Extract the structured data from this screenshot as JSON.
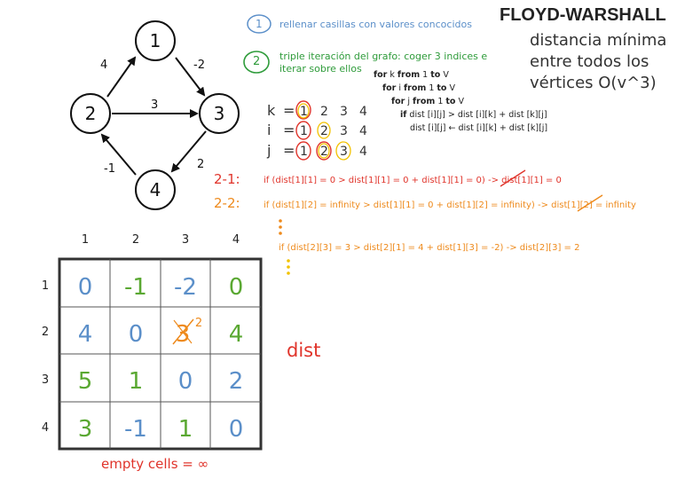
{
  "title": "FLOYD-WARSHALL",
  "subtitle": [
    "distancia mínima",
    "entre todos los",
    "vértices  O(v^3)"
  ],
  "steps": [
    {
      "num": "1",
      "text": "rellenar casillas con valores concocidos",
      "color": "#5b8fc9"
    },
    {
      "num": "2",
      "text_lines": [
        "triple iteración del grafo: coger 3 indices e",
        "iterar sobre ellos"
      ],
      "color": "#2e9b3a"
    }
  ],
  "pseudocode": [
    {
      "kw1": "for",
      "mid": " k ",
      "kw2": "from",
      "rest": " 1 ",
      "kw3": "to",
      "end": " V"
    },
    {
      "kw1": "for",
      "mid": " i ",
      "kw2": "from",
      "rest": " 1 ",
      "kw3": "to",
      "end": " V"
    },
    {
      "kw1": "for",
      "mid": " j ",
      "kw2": "from",
      "rest": " 1 ",
      "kw3": "to",
      "end": " V"
    },
    {
      "kw1": "if",
      "mid": " dist [i][j] > dist [i][k] + dist [k][j]",
      "kw2": "",
      "rest": "",
      "kw3": "",
      "end": ""
    },
    {
      "kw1": "",
      "mid": "dist [i][j] ← dist [i][k] + dist [k][j]",
      "kw2": "",
      "rest": "",
      "kw3": "",
      "end": ""
    }
  ],
  "indices": {
    "k": {
      "label": "k",
      "eq": "=",
      "values": [
        "1",
        "2",
        "3",
        "4"
      ]
    },
    "i": {
      "label": "i",
      "eq": "=",
      "values": [
        "1",
        "2",
        "3",
        "4"
      ]
    },
    "j": {
      "label": "j",
      "eq": "=",
      "values": [
        "1",
        "2",
        "3",
        "4"
      ]
    }
  },
  "graph": {
    "nodes": [
      "1",
      "2",
      "3",
      "4"
    ],
    "edges": [
      {
        "from": "2",
        "to": "1",
        "weight": "4"
      },
      {
        "from": "1",
        "to": "3",
        "weight": "-2"
      },
      {
        "from": "2",
        "to": "3",
        "weight": "3"
      },
      {
        "from": "3",
        "to": "4",
        "weight": "2"
      },
      {
        "from": "4",
        "to": "2",
        "weight": "-1"
      }
    ]
  },
  "iterations": [
    {
      "label": "2-1:",
      "text": "if (dist[1][1] = 0  >  dist[1][1] = 0  +  dist[1][1] = 0)  ->  dist[1][1] = 0",
      "color": "#e0342b"
    },
    {
      "label": "2-2:",
      "text": "if (dist[1][2] = infinity  >  dist[1][1] = 0  +  dist[1][2] = infinity)  ->  dist[1][2] = infinity",
      "color": "#ee8a1c"
    },
    {
      "label": "",
      "text": "if (dist[2][3] = 3  >  dist[2][1] = 4  +  dist[1][3] = -2)  -> dist[2][3] = 2",
      "color": "#ee8a1c"
    }
  ],
  "matrix": {
    "col_headers": [
      "1",
      "2",
      "3",
      "4"
    ],
    "row_headers": [
      "1",
      "2",
      "3",
      "4"
    ],
    "cells": [
      [
        {
          "v": "0",
          "c": "#5b8fc9"
        },
        {
          "v": "-1",
          "c": "#5aa832"
        },
        {
          "v": "-2",
          "c": "#5b8fc9"
        },
        {
          "v": "0",
          "c": "#5aa832"
        }
      ],
      [
        {
          "v": "4",
          "c": "#5b8fc9"
        },
        {
          "v": "0",
          "c": "#5b8fc9"
        },
        {
          "v": "3",
          "c": "#ee8a1c",
          "new": "2"
        },
        {
          "v": "4",
          "c": "#5aa832"
        }
      ],
      [
        {
          "v": "5",
          "c": "#5aa832"
        },
        {
          "v": "1",
          "c": "#5aa832"
        },
        {
          "v": "0",
          "c": "#5b8fc9"
        },
        {
          "v": "2",
          "c": "#5b8fc9"
        }
      ],
      [
        {
          "v": "3",
          "c": "#5aa832"
        },
        {
          "v": "-1",
          "c": "#5b8fc9"
        },
        {
          "v": "1",
          "c": "#5aa832"
        },
        {
          "v": "0",
          "c": "#5b8fc9"
        }
      ]
    ],
    "name": "dist",
    "footnote": "empty cells = ∞"
  },
  "colors": {
    "red": "#e0342b",
    "orange": "#ee8a1c",
    "blue": "#5b8fc9",
    "green": "#2e9b3a",
    "yellow": "#f2c200"
  }
}
